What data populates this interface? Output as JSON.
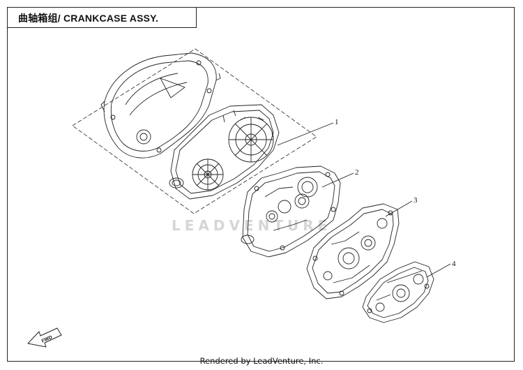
{
  "title": "曲轴箱组/ CRANKCASE ASSY.",
  "watermark": "LEADVENTURE",
  "fwd_label": "FWD",
  "footer": "Rendered by LeadVenture, Inc.",
  "callouts": [
    {
      "number": "1",
      "part": "cvt-cover-assembly"
    },
    {
      "number": "2",
      "part": "crankcase-left"
    },
    {
      "number": "3",
      "part": "crankcase-right"
    },
    {
      "number": "4",
      "part": "crankcase-cover"
    }
  ],
  "colors": {
    "line": "#222222",
    "watermark": "#d6d6d6"
  }
}
